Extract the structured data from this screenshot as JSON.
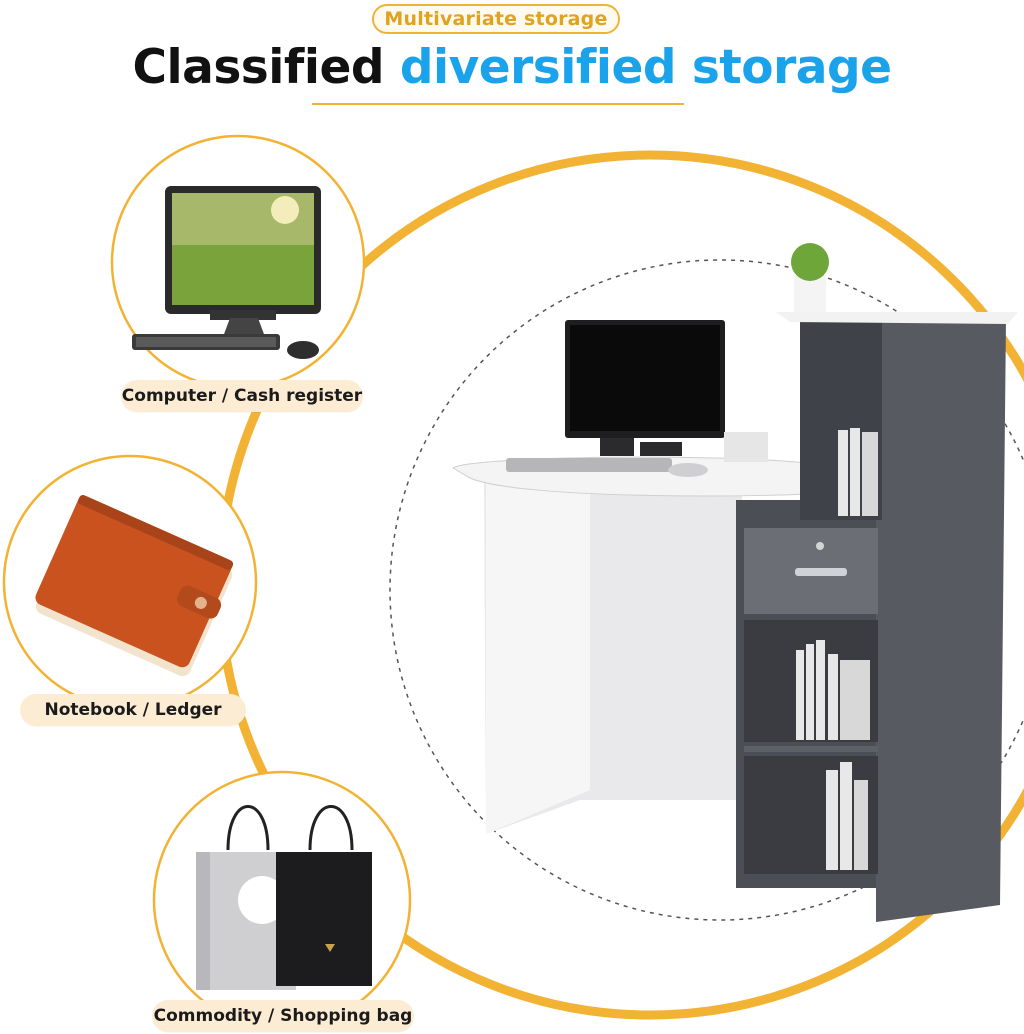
{
  "header": {
    "tag": "Multivariate storage",
    "title_part1": "Classified",
    "title_part2": "diversified storage"
  },
  "items": [
    {
      "label": "Computer / Cash register",
      "icon": "computer-icon"
    },
    {
      "label": "Notebook / Ledger",
      "icon": "notebook-icon"
    },
    {
      "label": "Commodity / Shopping bag",
      "icon": "shopping-bag-icon"
    }
  ],
  "colors": {
    "accent_gold": "#f2b233",
    "title_blue": "#1aa3ea",
    "title_dark": "#111111",
    "label_bg": "#fdecd4",
    "desk_gray": "#4b4e55",
    "desk_white": "#f4f4f4",
    "notebook_orange": "#c9521f"
  }
}
